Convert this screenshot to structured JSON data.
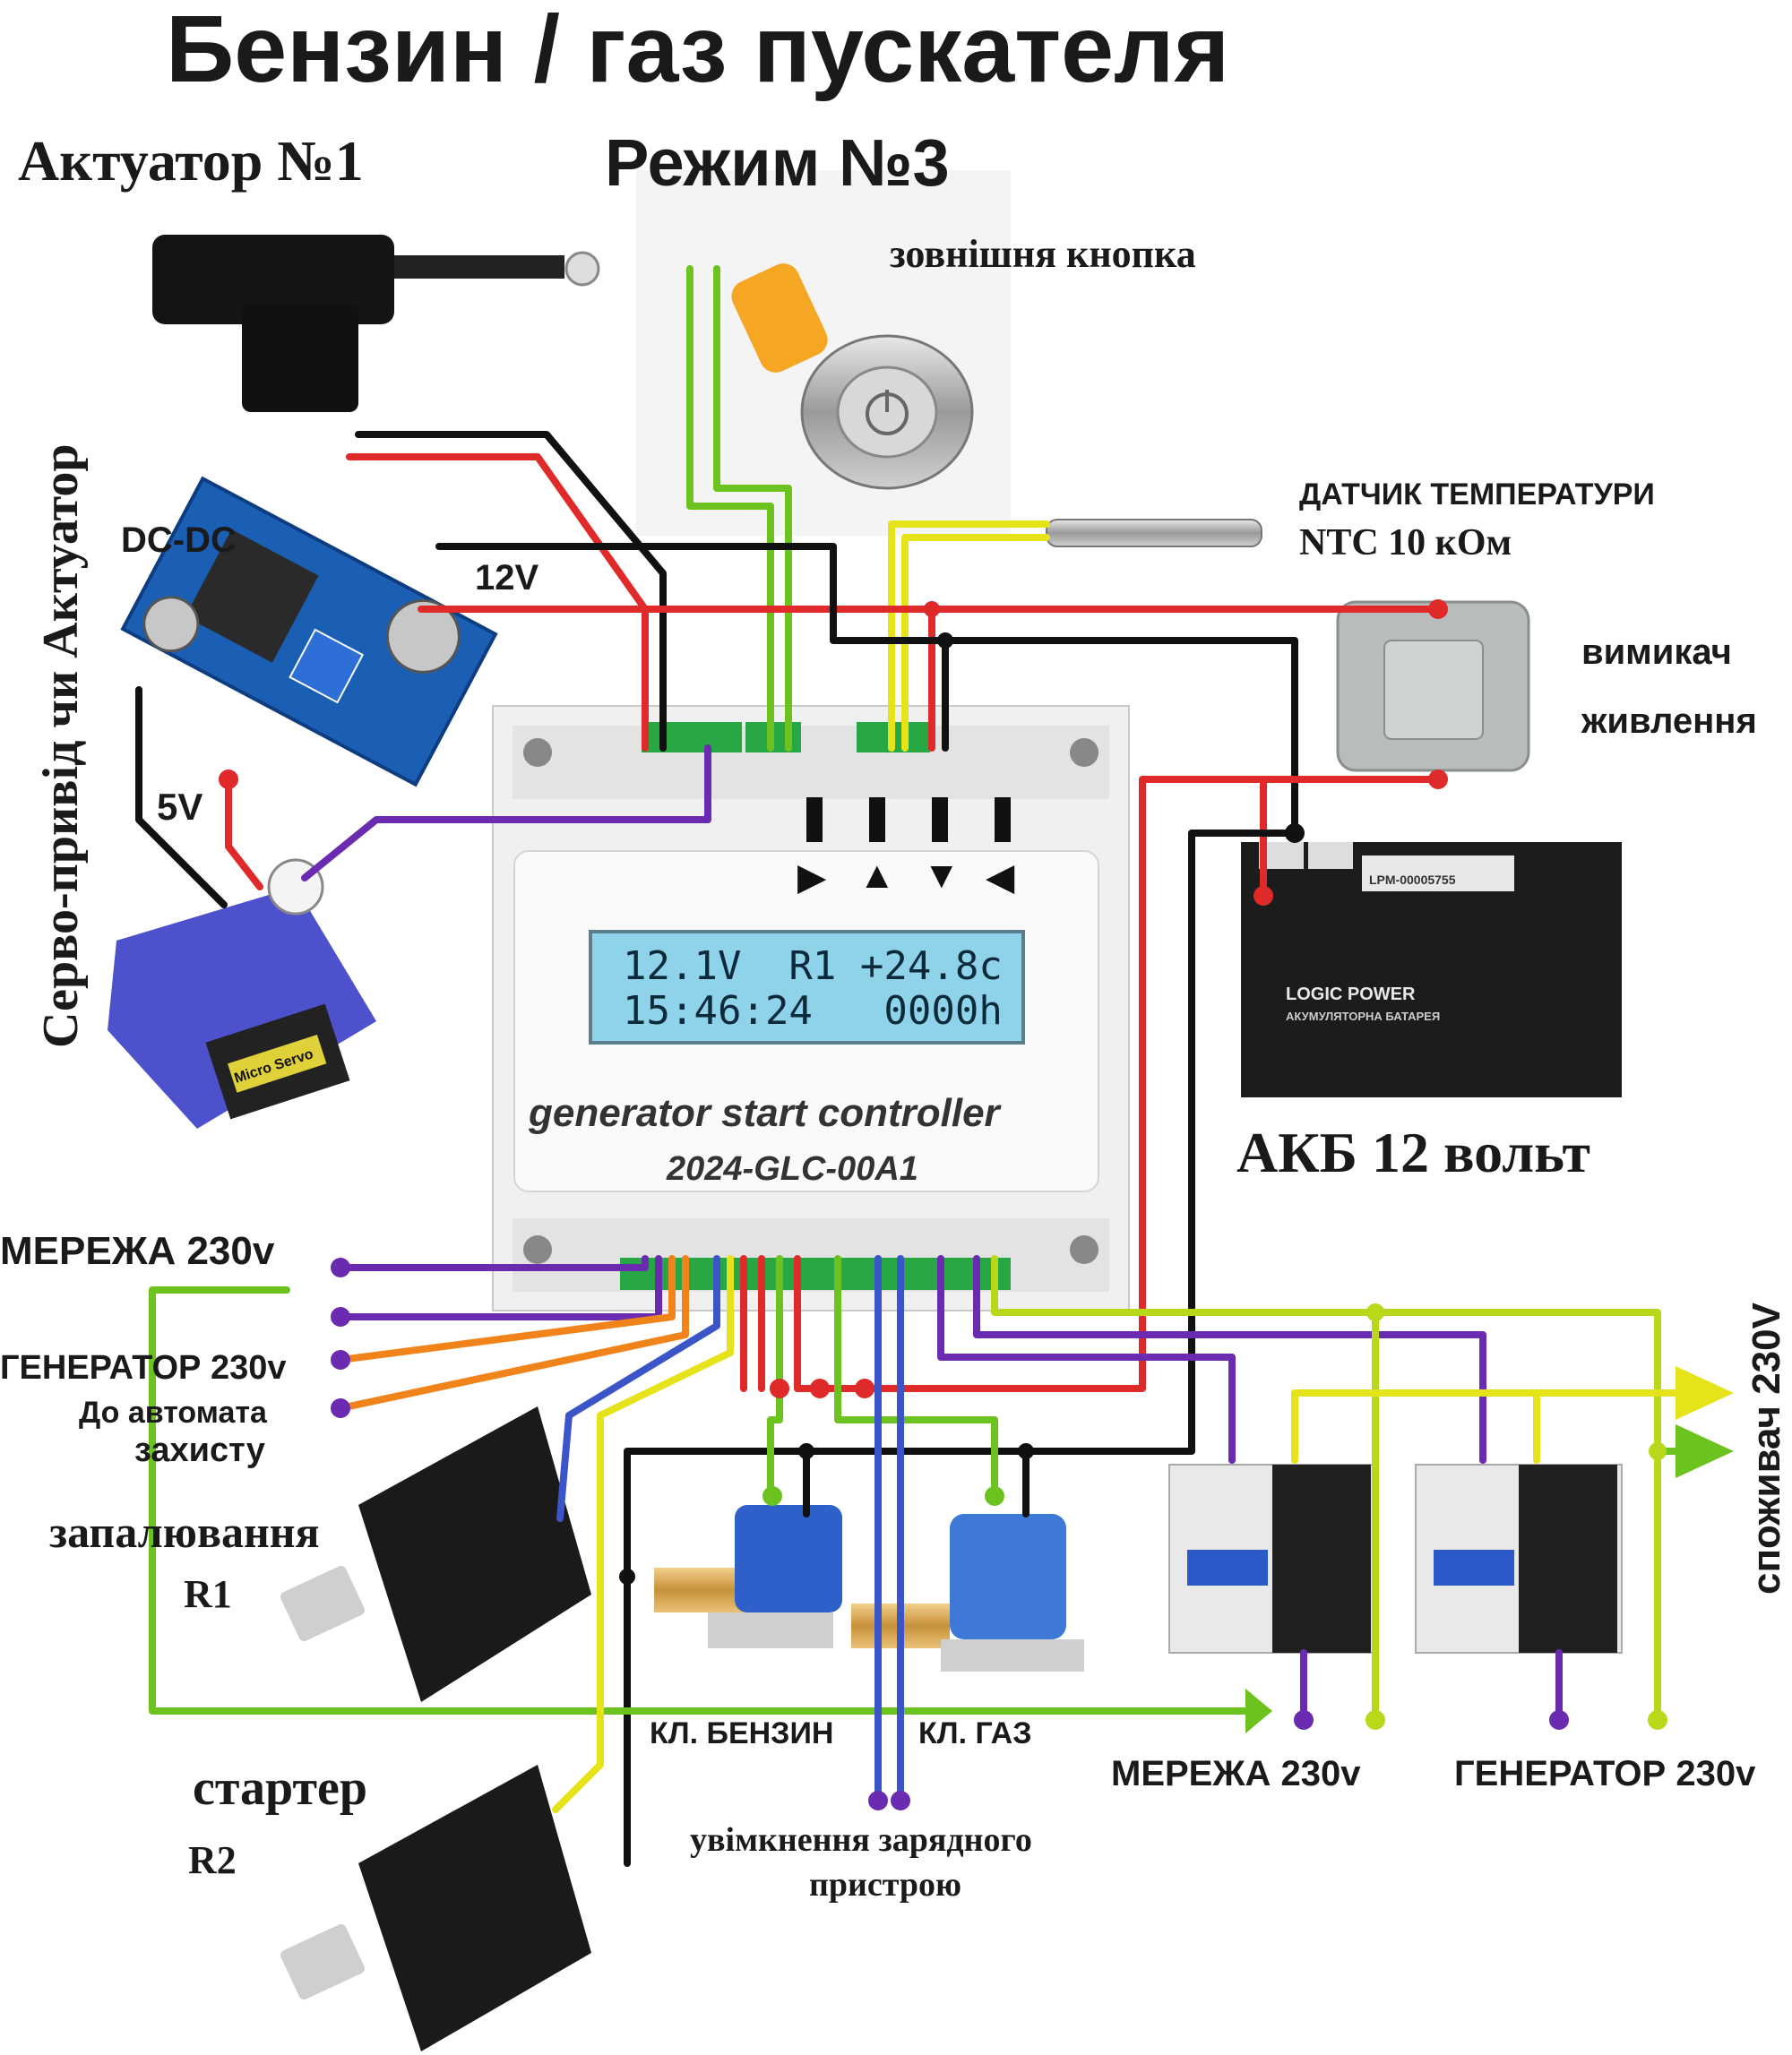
{
  "title": "Бензин / газ  пускателя",
  "actuator1": "Актуатор №1",
  "mode": "Режим  №3",
  "external_button": "зовнішня кнопка",
  "temp_sensor": "ДАТЧИК ТЕМПЕРАТУРИ",
  "ntc": "NTC 10 кОм",
  "dcdc": "DC-DC",
  "v12": "12V",
  "v5": "5V",
  "power_switch_line1": "вимикач",
  "power_switch_line2": "живлення",
  "servo_vertical": "Серво-привід   чи   Актуатор",
  "battery": "АКБ 12 вольт",
  "battery_brand": "LOGIC POWER",
  "battery_model": "LPM-00005755",
  "battery_subtitle": "АКУМУЛЯТОРНА БАТАРЕЯ",
  "lcd_line1": "12.1V  R1 +24.8c",
  "lcd_line2": "15:46:24   0000h",
  "controller_name": "generator start controller",
  "controller_model": "2024-GLC-00A1",
  "button_glyphs": [
    "▶",
    "▲",
    "▼",
    "◀"
  ],
  "mains_in": "МЕРЕЖА 230v",
  "gen_in": "ГЕНЕРАТОР 230v",
  "to_breaker1": "До автомата",
  "to_breaker2": "захисту",
  "ignition": "запалювання",
  "r1": "R1",
  "starter": "стартер",
  "r2": "R2",
  "valve_petrol": "КЛ. БЕНЗИН",
  "valve_gas": "КЛ. ГАЗ",
  "charger1": "увімкнення зарядного",
  "charger2": "пристрою",
  "mains_out": "МЕРЕЖА 230v",
  "gen_out": "ГЕНЕРАТОР 230v",
  "consumer": "споживач 230V",
  "servo_label": "Micro Servo",
  "colors": {
    "red": "#e02a2a",
    "black": "#111111",
    "green": "#6cc21e",
    "yellow": "#e6e31a",
    "purple": "#6a2bb0",
    "orange": "#f0841a",
    "blue": "#3a55c8",
    "lime": "#b8d81a"
  }
}
